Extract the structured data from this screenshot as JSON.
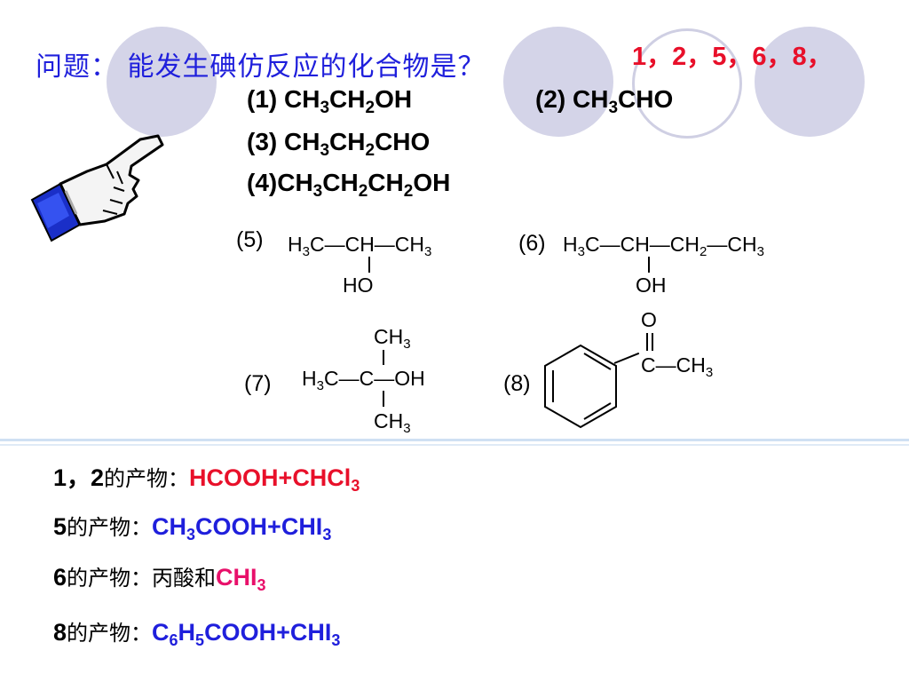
{
  "question": {
    "text": "问题： 能发生碘仿反应的化合物是？",
    "answer": "1，2，5，6，8，"
  },
  "formulas": {
    "f1": "(1) CH3CH2OH",
    "f2": "(2) CH3CHO",
    "f3": "(3) CH3CH2CHO",
    "f4": "(4)CH3CH2CH2OH"
  },
  "structures": {
    "s5": {
      "label": "(5)",
      "main": "H3C—CH—CH3",
      "sub": "HO"
    },
    "s6": {
      "label": "(6)",
      "main": "H3C—CH—CH2—CH3",
      "sub": "OH"
    },
    "s7": {
      "label": "(7)",
      "top": "CH3",
      "main": "H3C—C—OH",
      "bottom": "CH3"
    },
    "s8": {
      "label": "(8)",
      "top": "O",
      "main": "C—CH3"
    }
  },
  "products": [
    {
      "prefix": "1，2",
      "suffix": "的产物：",
      "value": "HCOOH+CHCl3",
      "color": "#e8102a"
    },
    {
      "prefix": "5",
      "suffix": "的产物：",
      "value": "CH3COOH+CHI3",
      "color": "#1f1fdc"
    },
    {
      "prefix": "6",
      "suffix": "的产物：",
      "value_cn": "丙酸和",
      "value": "CHI3",
      "color": "#e8106a"
    },
    {
      "prefix": "8",
      "suffix": "的产物：",
      "value": "C6H5COOH+CHI3",
      "color": "#1f1fdc"
    }
  ],
  "colors": {
    "question": "#1f1fdc",
    "answer": "#e8102a",
    "decor_circle": "#d4d4e8"
  },
  "icons": [
    "pointing-hand-icon"
  ]
}
